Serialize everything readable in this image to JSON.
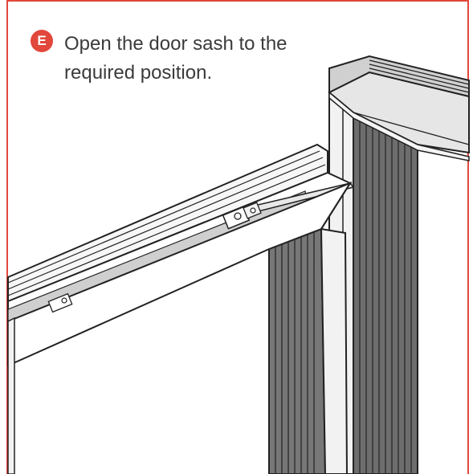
{
  "step": {
    "letter": "E",
    "instruction": "Open the door sash to the required position."
  },
  "colors": {
    "accent": "#e2473c",
    "text": "#3b3b3b",
    "outline": "#222222",
    "frame_light": "#f2f2f2",
    "frame_mid": "#d8d8d8",
    "frame_dark": "#6d6d6d",
    "frame_darker": "#4a4a4a"
  },
  "icons": [
    "step-badge-icon",
    "door-frame-illustration"
  ]
}
